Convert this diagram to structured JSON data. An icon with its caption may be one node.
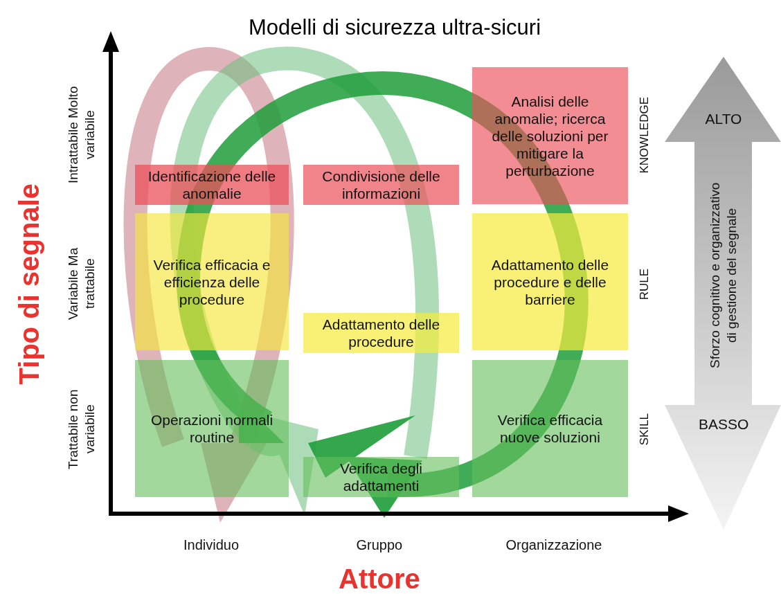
{
  "diagram": {
    "title": "Modelli di sicurezza ultra-sicuri",
    "nodes": [
      {
        "text": [
          "Identificazione delle anomalie"
        ]
      },
      {
        "text": [
          "Condivisione delle informazioni"
        ]
      },
      {
        "text": [
          "Analisi delle anomalie; ricerca delle soluzioni per mitigare la perturbazione"
        ]
      },
      {
        "text": [
          "Verifica efficacia e efficienza delle procedure"
        ]
      },
      {
        "text": [
          "Adattamento delle procedure"
        ]
      },
      {
        "text": [
          "Adattamento delle procedure e delle barriere"
        ]
      },
      {
        "text": [
          "Operazioni normali routine"
        ]
      },
      {
        "text": [
          "Verifica degli adattamenti"
        ]
      },
      {
        "text": [
          "Verifica efficacia nuove soluzioni"
        ]
      }
    ],
    "labels": [
      "Tipo di segnale",
      "Intrattabile Molto variabile",
      "Variabile Ma trattabile",
      "Trattabile non variabile",
      "KNOWLEDGE",
      "RULE",
      "SKILL",
      "ALTO",
      "Sforzo cognitivo e organizzativo di gestione del segnale",
      "BASSO",
      "Individuo",
      "Gruppo",
      "Organizzazione",
      "Attore"
    ]
  }
}
